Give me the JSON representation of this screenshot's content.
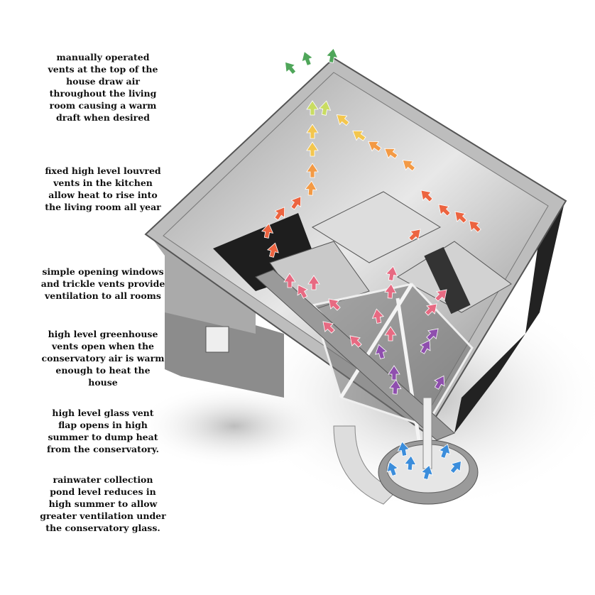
{
  "annotations": [
    "manually operated\nvents at the top of the\nhouse draw air\nthroughout the living\nroom causing a warm\ndraft when desired",
    "fixed high level louvred\nvents in the kitchen\nallow heat to rise into\nthe living room all year",
    "simple opening windows\nand trickle vents provide\nventilation to all rooms",
    "high level greenhouse\nvents open when the\nconservatory air is warm\nenough to heat the\nhouse",
    "high level glass vent\nflap opens in high\nsummer to dump heat\nfrom the conservatory.",
    "rainwater collection\npond  level reduces in\nhigh summer to allow\ngreater ventilation under\nthe conservatory glass."
  ],
  "colors": {
    "green": "#4fa65a",
    "lime": "#c9dc62",
    "yellow": "#f3c64e",
    "orange": "#f39a45",
    "red": "#ec6440",
    "pink": "#e76a82",
    "purple": "#8f4fae",
    "blue": "#3b8ddb"
  }
}
